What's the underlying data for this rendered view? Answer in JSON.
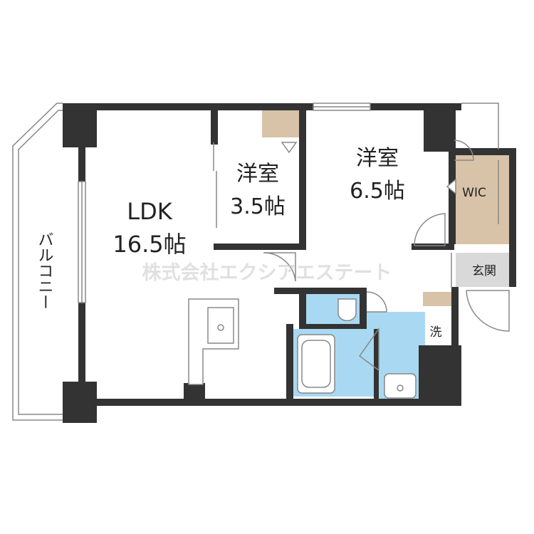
{
  "rooms": {
    "ldk": {
      "name": "LDK",
      "size": "16.5帖"
    },
    "western_small": {
      "name": "洋室",
      "size": "3.5帖"
    },
    "western_large": {
      "name": "洋室",
      "size": "6.5帖"
    },
    "walk_in_closet": {
      "name": "WIC"
    },
    "entrance": {
      "name": "玄関"
    },
    "washroom": {
      "name": "洗"
    }
  },
  "balcony": {
    "label": "バルコニー"
  },
  "watermark": "株式会社エクシアエステート",
  "colors": {
    "wall": "#333333",
    "wet_area": "#a9d9f2",
    "storage": "#d8c3a8",
    "entrance_floor": "#d9d9d9",
    "room_floor": "#ffffff",
    "outline": "#888888"
  }
}
